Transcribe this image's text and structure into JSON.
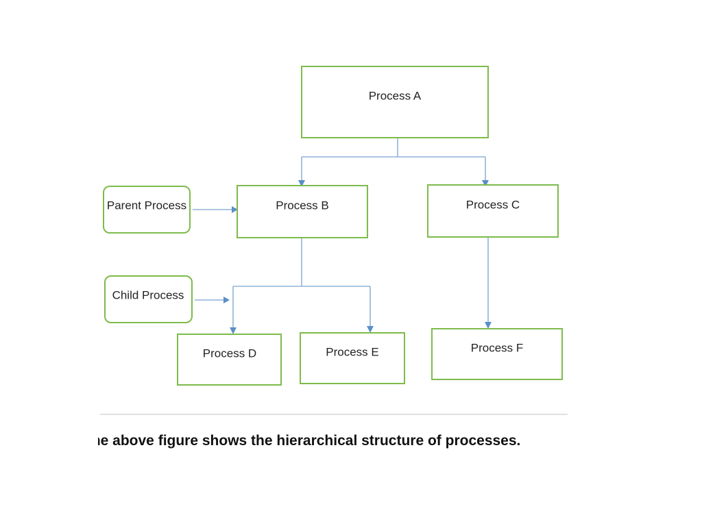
{
  "diagram": {
    "nodes": {
      "process_a": "Process A",
      "process_b": "Process B",
      "process_c": "Process C",
      "process_d": "Process D",
      "process_e": "Process E",
      "process_f": "Process F",
      "parent_process": "Parent Process",
      "child_process": "Child Process"
    },
    "colors": {
      "node_border": "#7dbb4a",
      "connector": "#8fb3d6",
      "arrowhead": "#5b8fc7"
    }
  },
  "caption": "The above figure shows the hierarchical structure of processes."
}
